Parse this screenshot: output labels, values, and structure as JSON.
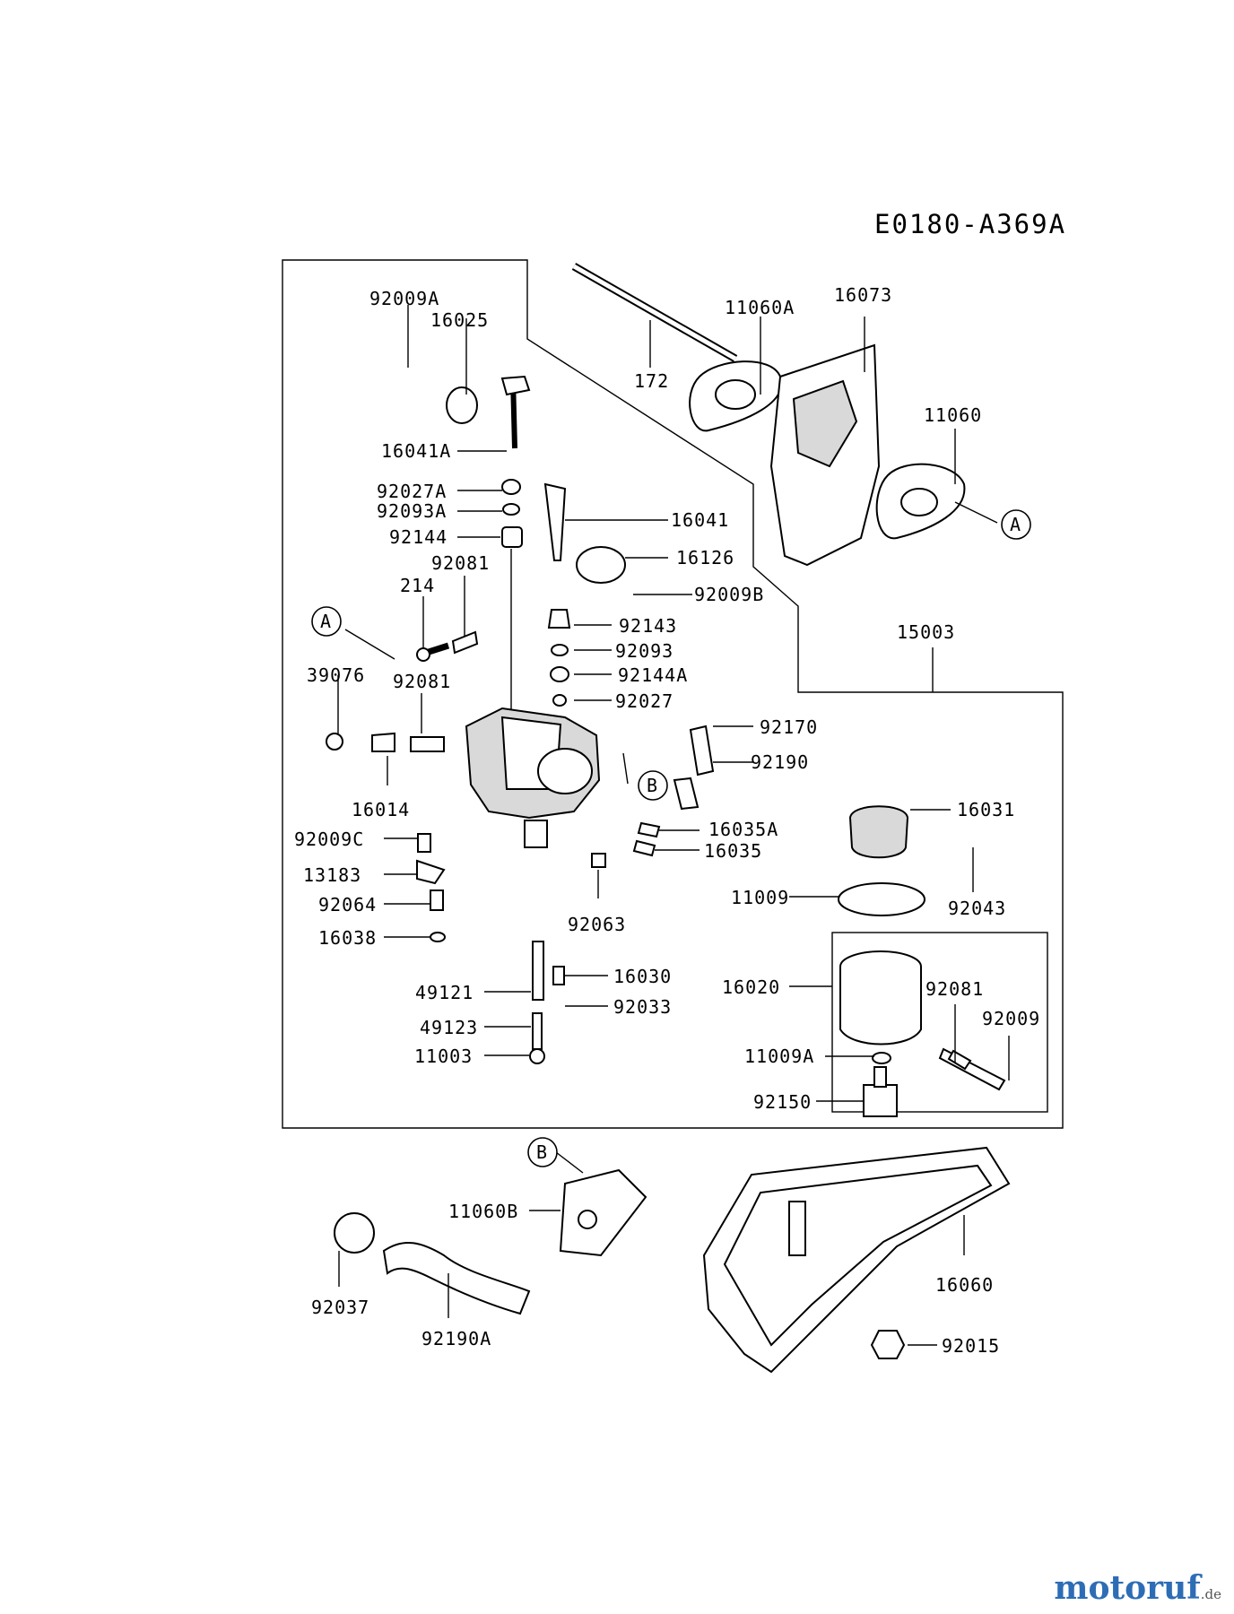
{
  "diagram_code": "E0180-A369A",
  "labels": {
    "l_92009A": "92009A",
    "l_16025": "16025",
    "l_16041A": "16041A",
    "l_92027A": "92027A",
    "l_92093A": "92093A",
    "l_92144": "92144",
    "l_92081a": "92081",
    "l_214": "214",
    "l_A1": "A",
    "l_39076": "39076",
    "l_92081b": "92081",
    "l_16014": "16014",
    "l_92009C": "92009C",
    "l_13183": "13183",
    "l_92064": "92064",
    "l_16038": "16038",
    "l_49121": "49121",
    "l_49123": "49123",
    "l_11003": "11003",
    "l_172": "172",
    "l_11060A": "11060A",
    "l_16073": "16073",
    "l_11060": "11060",
    "l_A2": "A",
    "l_16041": "16041",
    "l_16126": "16126",
    "l_92009B": "92009B",
    "l_92143": "92143",
    "l_92093": "92093",
    "l_92144A": "92144A",
    "l_92027": "92027",
    "l_92170": "92170",
    "l_92190": "92190",
    "l_B1": "B",
    "l_16035A": "16035A",
    "l_16035": "16035",
    "l_92063": "92063",
    "l_16030": "16030",
    "l_92033": "92033",
    "l_15003": "15003",
    "l_16031": "16031",
    "l_92043": "92043",
    "l_11009": "11009",
    "l_16020": "16020",
    "l_92081c": "92081",
    "l_92009": "92009",
    "l_11009A": "11009A",
    "l_92150": "92150",
    "l_B2": "B",
    "l_11060B": "11060B",
    "l_16060": "16060",
    "l_92037": "92037",
    "l_92190A": "92190A",
    "l_92015": "92015"
  },
  "watermark": {
    "main": "motoruf",
    "tld": ".de"
  }
}
